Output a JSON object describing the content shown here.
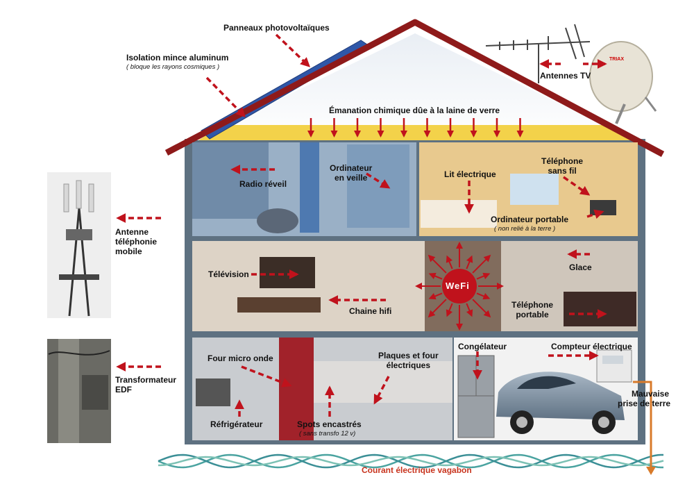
{
  "roof": {
    "solar_panels": "Panneaux photovoltaïques",
    "insulation": "Isolation mince aluminum",
    "insulation_note": "( bloque les rayons cosmiques )",
    "fiberglass": "Émanation chimique dûe à la laine de verre",
    "tv_antennas": "Antennes TV",
    "dish_brand": "TRIAX"
  },
  "outside": {
    "mobile_antenna": [
      "Antenne",
      "téléphonie",
      "mobile"
    ],
    "transformer": [
      "Transformateur",
      "EDF"
    ],
    "bad_ground": [
      "Mauvaise",
      "prise de terre"
    ],
    "stray_current": "Courant électrique vagabon"
  },
  "upper_floor": {
    "radio_alarm": "Radio réveil",
    "computer_standby": [
      "Ordinateur",
      "en veille"
    ],
    "electric_bed": "Lit électrique",
    "cordless_phone": [
      "Téléphone",
      "sans fil"
    ],
    "laptop": "Ordinateur portable",
    "laptop_note": "( non relié à la terre )"
  },
  "middle_floor": {
    "television": "Télévision",
    "hifi": "Chaine hifi",
    "wifi": "WeFi",
    "mirror": "Glace",
    "mobile_phone": [
      "Téléphone",
      "portable"
    ]
  },
  "ground_floor": {
    "microwave": "Four micro onde",
    "hobs_oven": [
      "Plaques et four",
      "électriques"
    ],
    "fridge": "Réfrigérateur",
    "spots": "Spots encastrés",
    "spots_note": "( sans transfo 12 v)",
    "freezer": "Congélateur",
    "meter": "Compteur électrique"
  },
  "colors": {
    "arrow_red": "#c0121c",
    "wall_blue": "#5e7181",
    "roof_red": "#8e1a1a",
    "insulation_yellow": "#f3d24a",
    "ground_wire": "#d87a2a",
    "wave_teal": "#4aa3a0"
  }
}
